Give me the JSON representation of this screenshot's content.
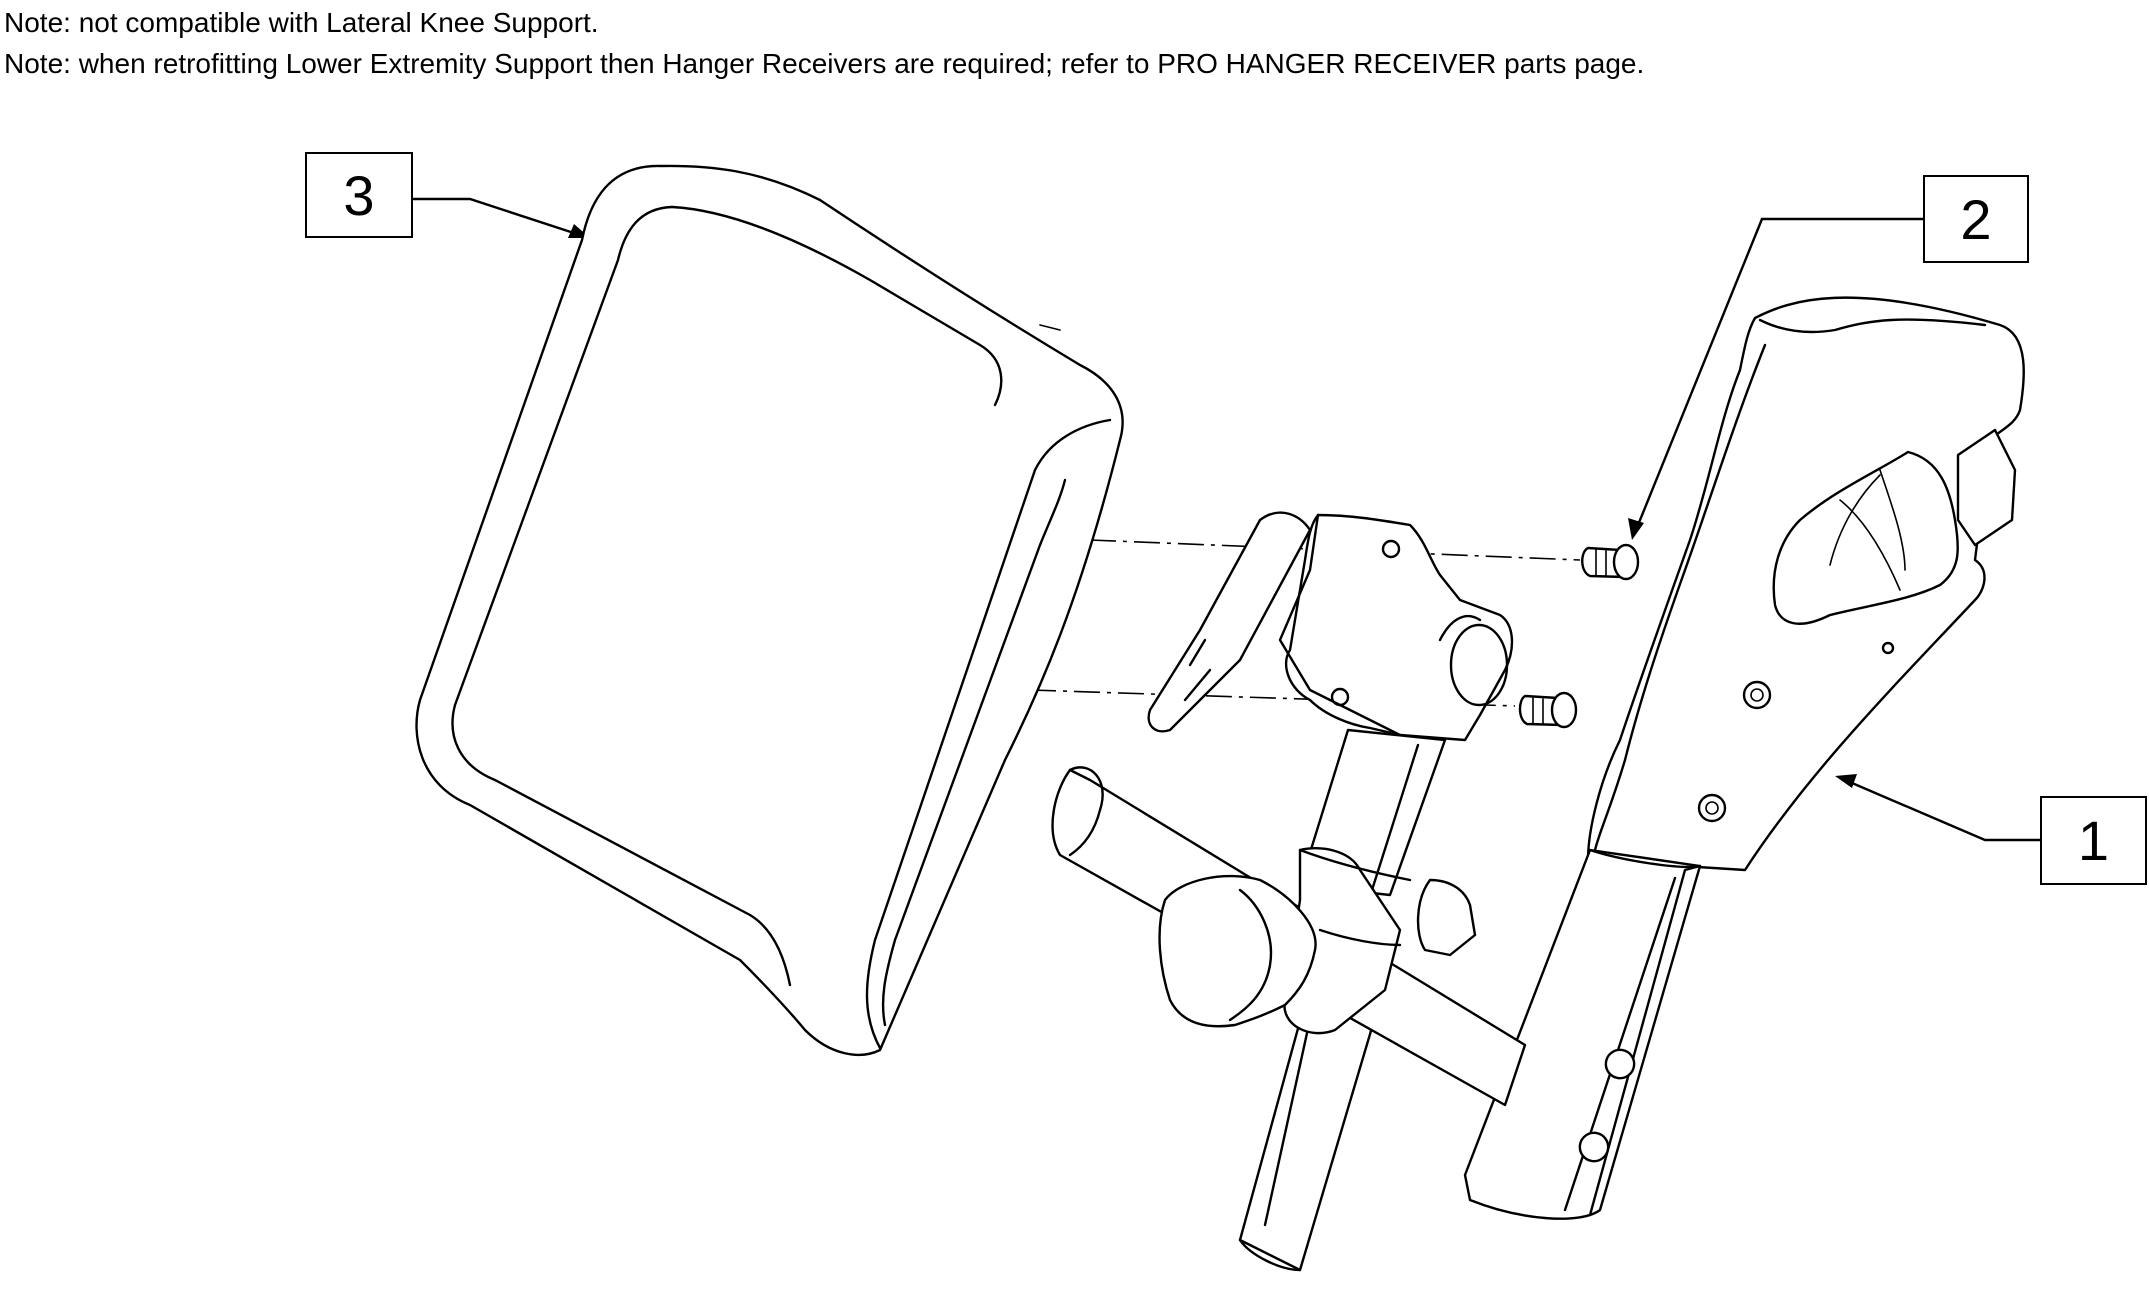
{
  "notes": [
    "Note: not compatible with Lateral Knee Support.",
    "Note: when retrofitting Lower Extremity Support then Hanger Receivers are required; refer to PRO HANGER RECEIVER parts page."
  ],
  "callouts": {
    "item1": "1",
    "item2": "2",
    "item3": "3"
  },
  "colors": {
    "line": "#000000",
    "background": "#ffffff"
  }
}
